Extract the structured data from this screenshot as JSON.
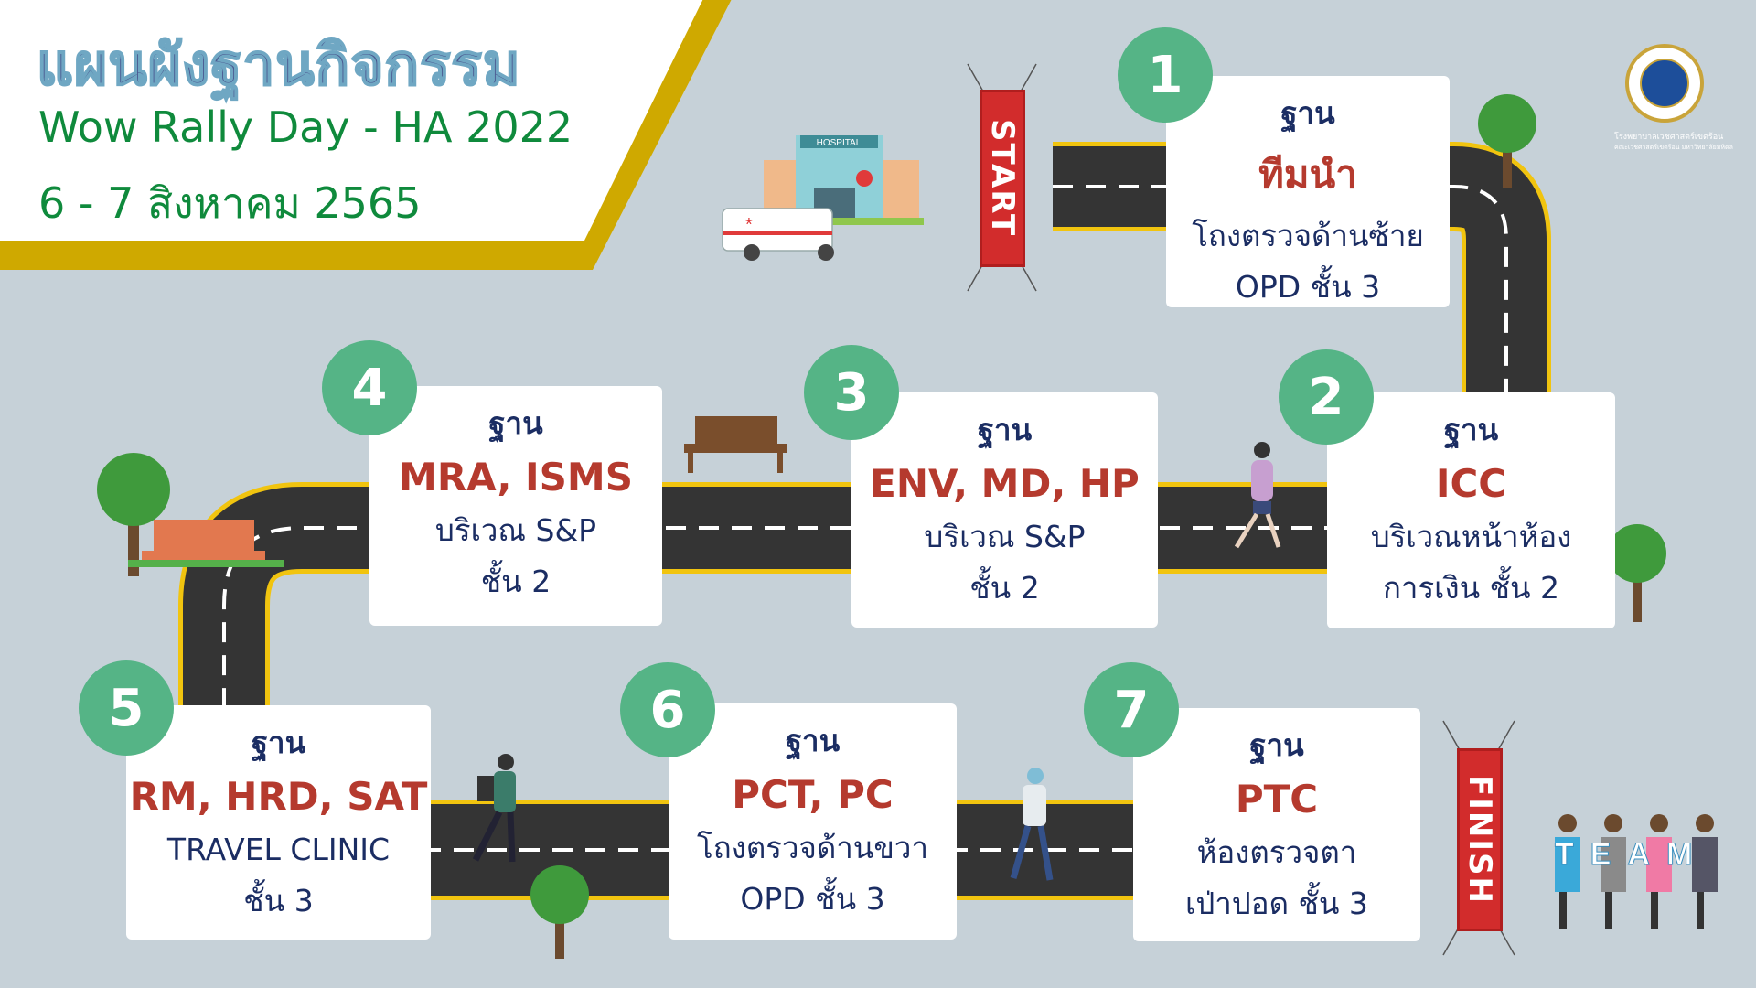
{
  "header": {
    "title": "แผนผังฐานกิจกรรม",
    "subtitle": "Wow Rally Day - HA 2022",
    "date": "6 - 7 สิงหาคม 2565"
  },
  "logo": {
    "name": "โรงพยาบาลเวชศาสตร์เขตร้อน",
    "subname": "คณะเวชศาสตร์เขตร้อน มหาวิทยาลัยมหิดล"
  },
  "banners": {
    "start": "START",
    "finish": "FINISH"
  },
  "stations": [
    {
      "number": "1",
      "label": "ฐาน",
      "name": "ทีมนำ",
      "location": [
        "โถงตรวจด้านซ้าย",
        "OPD ชั้น 3"
      ]
    },
    {
      "number": "2",
      "label": "ฐาน",
      "name": "ICC",
      "location": [
        "บริเวณหน้าห้อง",
        "การเงิน ชั้น 2"
      ]
    },
    {
      "number": "3",
      "label": "ฐาน",
      "name": "ENV, MD, HP",
      "location": [
        "บริเวณ S&P",
        "ชั้น 2"
      ]
    },
    {
      "number": "4",
      "label": "ฐาน",
      "name": "MRA, ISMS",
      "location": [
        "บริเวณ S&P",
        "ชั้น 2"
      ]
    },
    {
      "number": "5",
      "label": "ฐาน",
      "name": "RM, HRD, SAT",
      "location": [
        "TRAVEL CLINIC",
        "ชั้น 3"
      ]
    },
    {
      "number": "6",
      "label": "ฐาน",
      "name": "PCT, PC",
      "location": [
        "โถงตรวจด้านขวา",
        "OPD ชั้น 3"
      ]
    },
    {
      "number": "7",
      "label": "ฐาน",
      "name": "PTC",
      "location": [
        "ห้องตรวจตา",
        "เป่าปอด ชั้น 3"
      ]
    }
  ],
  "illustrations": {
    "hospital_sign": "HOSPITAL",
    "team_letters": "TEAM"
  },
  "colors": {
    "background": "#c6d1d8",
    "badge": "#55b486",
    "station_name": "#b53a2e",
    "title_green": "#0f8a3c",
    "gold": "#cfa900",
    "road": "#333333"
  }
}
